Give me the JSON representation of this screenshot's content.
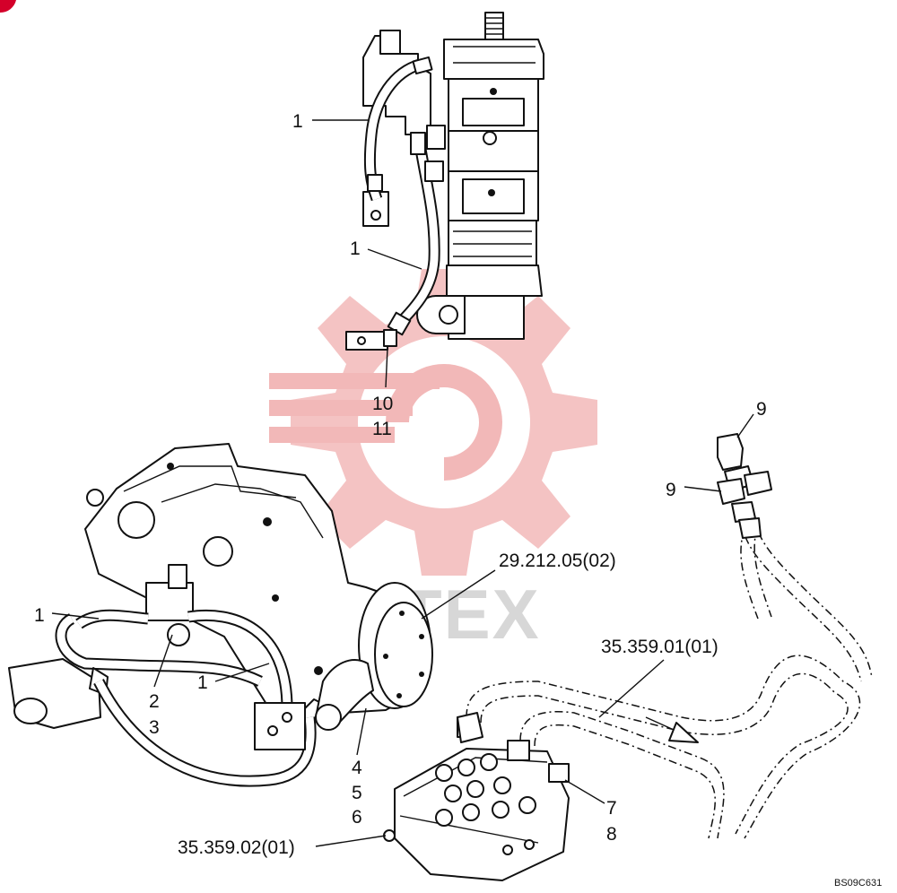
{
  "diagram": {
    "watermark": "MTEX",
    "drawing_code": "BS09C631",
    "callouts": {
      "c1_top": "1",
      "c1_mid": "1",
      "c10": "10",
      "c11": "11",
      "c9_a": "9",
      "c9_b": "9",
      "c1_left": "1",
      "c2": "2",
      "c3": "3",
      "c1_lower": "1",
      "c4": "4",
      "c5": "5",
      "c6": "6",
      "c7": "7",
      "c8": "8"
    },
    "references": {
      "pump_ref": "29.212.05(02)",
      "hose_ref": "35.359.01(01)",
      "valve_ref": "35.359.02(01)"
    },
    "colors": {
      "line": "#111111",
      "watermark_gear": "#f2b8b8",
      "corner_badge": "#d4002a"
    }
  }
}
